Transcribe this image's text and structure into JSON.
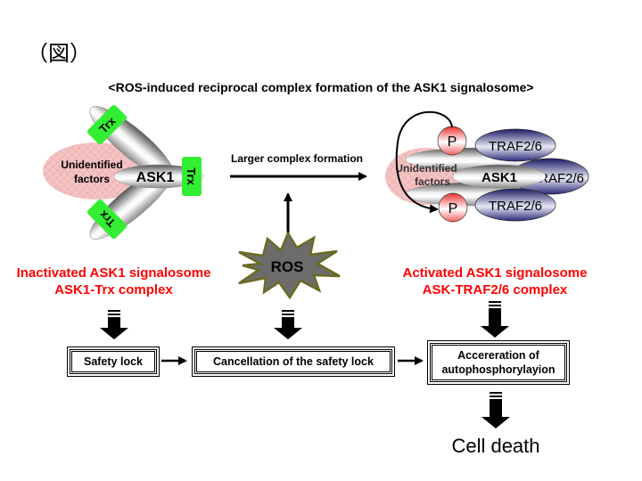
{
  "figure_label": "（図）",
  "title": "<ROS-induced reciprocal complex formation of the ASK1 signalosome>",
  "inactive_complex": {
    "unidentified_label_line1": "Unidentified",
    "unidentified_label_line2": "factors",
    "ask1_label": "ASK1",
    "trx_labels": [
      "Trx",
      "Trx",
      "Trx"
    ]
  },
  "active_complex": {
    "unidentified_label_line1": "Unidentified",
    "unidentified_label_line2": "factors",
    "ask1_label": "ASK1",
    "traf_labels": [
      "TRAF2/6",
      "TRAF2/6",
      "TRAF2/6"
    ],
    "phospho_labels": [
      "P",
      "P"
    ]
  },
  "arrow_label": "Larger complex formation",
  "ros_label": "ROS",
  "inactivated_caption": {
    "line1": "Inactivated ASK1 signalosome",
    "line2": "ASK1-Trx complex"
  },
  "activated_caption": {
    "line1": "Activated ASK1 signalosome",
    "line2": "ASK-TRAF2/6 complex"
  },
  "flow_boxes": {
    "safety_lock": "Safety lock",
    "cancellation": "Cancellation of the safety lock",
    "acceleration_line1": "Accereration of",
    "acceleration_line2": "autophosphorylayion"
  },
  "outcome": "Cell death",
  "colors": {
    "caption_red": "#ff0000",
    "trx_green": "#33ee33",
    "traf_navy": "#2a2a7a",
    "phospho_red": "#ee3333",
    "unidentified_pink": "#f2b8b8",
    "ros_gray": "#707070"
  }
}
